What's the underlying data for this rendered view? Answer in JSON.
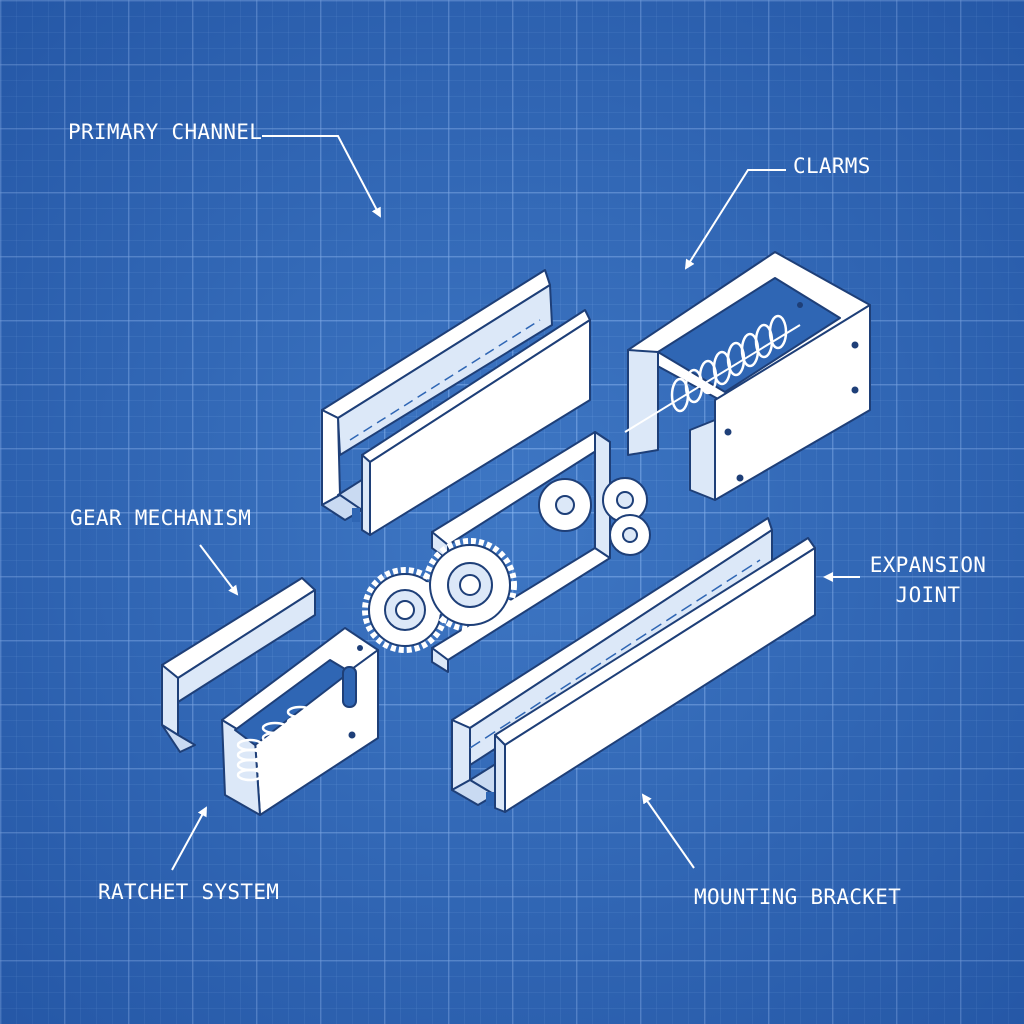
{
  "diagram": {
    "labels": {
      "primary_channel": "PRIMARY CHANNEL",
      "clarms": "CLARMS",
      "gear_mechanism": "GEAR MECHANISM",
      "expansion_joint_line1": "EXPANSION",
      "expansion_joint_line2": "JOINT",
      "ratchet_system": "RATCHET SYSTEM",
      "mounting_bracket": "MOUNTING BRACKET"
    },
    "colors": {
      "background": "#2f66b4",
      "line": "#ffffff",
      "part_fill": "#ffffff",
      "part_shadow": "#c9daf2"
    }
  }
}
